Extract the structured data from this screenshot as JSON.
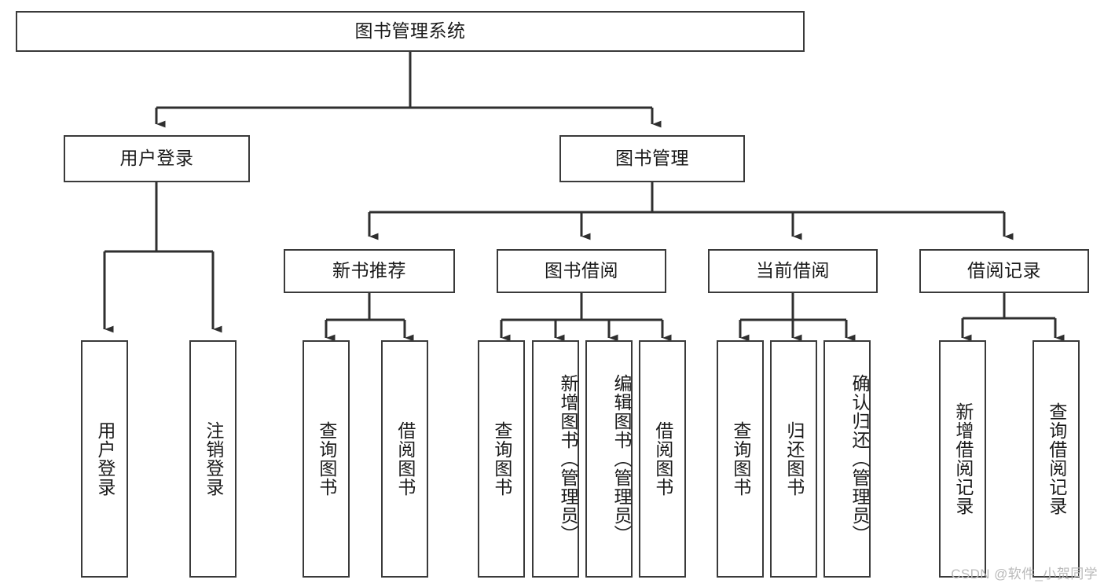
{
  "diagram": {
    "title": "图书管理系统",
    "type": "tree",
    "watermark": "CSDN @软件_小贺同学",
    "colors": {
      "box_border": "#3a3a3a",
      "box_fill": "#ffffff",
      "connector": "#2f2f2f",
      "text": "#1a1a1a",
      "watermark": "#b9b9b9"
    },
    "root": {
      "label": "图书管理系统",
      "orientation": "horizontal"
    },
    "level2": [
      {
        "label": "用户登录",
        "orientation": "horizontal"
      },
      {
        "label": "图书管理",
        "orientation": "horizontal"
      }
    ],
    "level3": [
      {
        "label": "新书推荐",
        "orientation": "horizontal"
      },
      {
        "label": "图书借阅",
        "orientation": "horizontal"
      },
      {
        "label": "当前借阅",
        "orientation": "horizontal"
      },
      {
        "label": "借阅记录",
        "orientation": "horizontal"
      }
    ],
    "leaves": {
      "user_login": [
        {
          "label": "用户登录",
          "orientation": "vertical"
        },
        {
          "label": "注销登录",
          "orientation": "vertical"
        }
      ],
      "new_book_recommend": [
        {
          "label": "查询图书",
          "orientation": "vertical"
        },
        {
          "label": "借阅图书",
          "orientation": "vertical"
        }
      ],
      "book_borrow": [
        {
          "label": "查询图书",
          "orientation": "vertical"
        },
        {
          "label": "新增图书（管理员）",
          "orientation": "vertical"
        },
        {
          "label": "编辑图书（管理员）",
          "orientation": "vertical"
        },
        {
          "label": "借阅图书",
          "orientation": "vertical"
        }
      ],
      "current_borrow": [
        {
          "label": "查询图书",
          "orientation": "vertical"
        },
        {
          "label": "归还图书",
          "orientation": "vertical"
        },
        {
          "label": "确认归还（管理员）",
          "orientation": "vertical"
        }
      ],
      "borrow_record": [
        {
          "label": "新增借阅记录",
          "orientation": "vertical"
        },
        {
          "label": "查询借阅记录",
          "orientation": "vertical"
        }
      ]
    }
  }
}
